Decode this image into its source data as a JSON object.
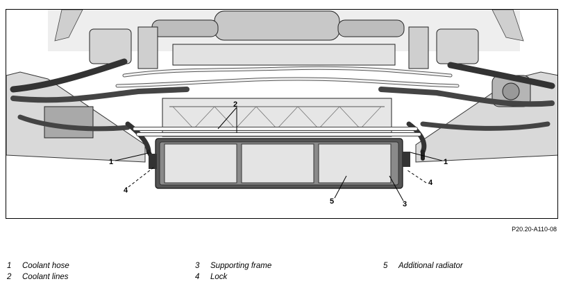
{
  "figure": {
    "reference": "P20.20-A110-08",
    "callouts": [
      "1",
      "2",
      "1",
      "4",
      "4",
      "5",
      "3"
    ]
  },
  "legend": [
    {
      "number": "1",
      "label": "Coolant hose"
    },
    {
      "number": "2",
      "label": "Coolant lines"
    },
    {
      "number": "3",
      "label": "Supporting frame"
    },
    {
      "number": "4",
      "label": "Lock"
    },
    {
      "number": "5",
      "label": "Additional radiator"
    }
  ]
}
